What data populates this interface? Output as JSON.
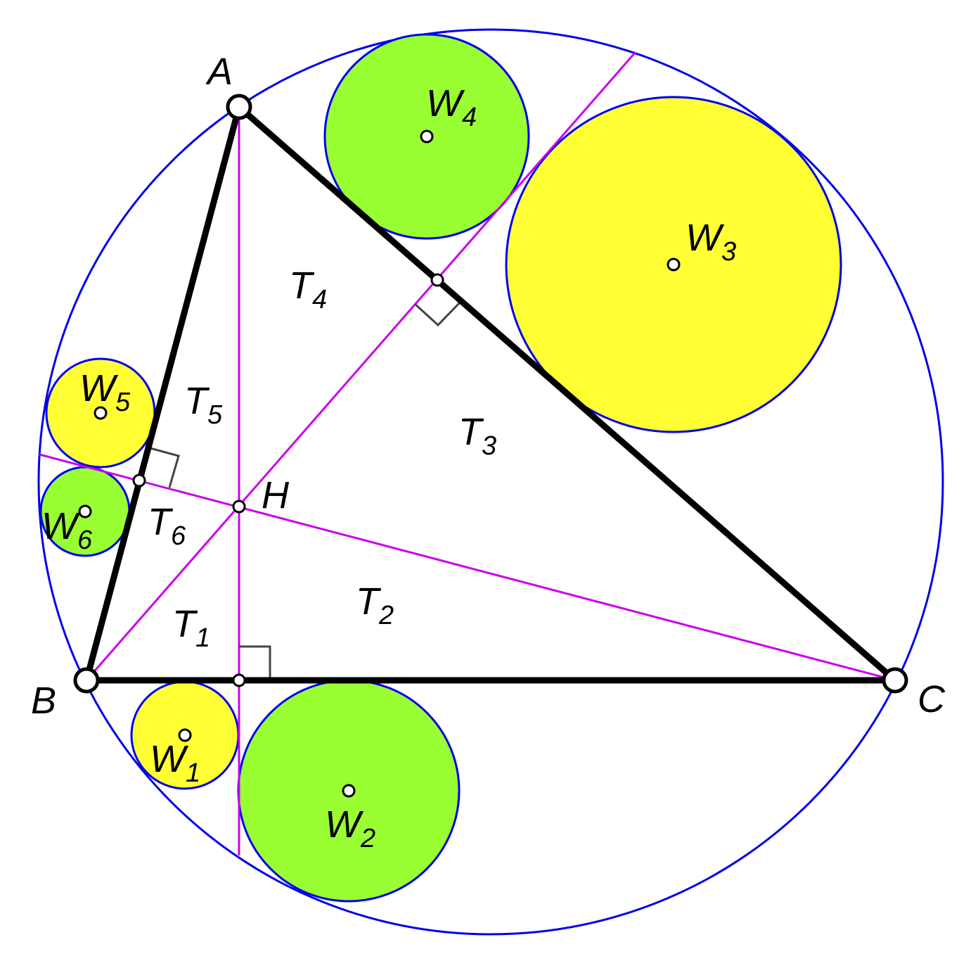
{
  "colors": {
    "circumcircle": "#0000ee",
    "triangle": "#000000",
    "altitude": "#cc00ee",
    "green_circle": "#99ff33",
    "yellow_circle": "#ffff33",
    "right_angle_mark": "#444444",
    "point_fill": "#ffffff"
  },
  "vertices": {
    "A": "A",
    "B": "B",
    "C": "C",
    "H": "H"
  },
  "regions": [
    {
      "letter": "T",
      "sub": "1"
    },
    {
      "letter": "T",
      "sub": "2"
    },
    {
      "letter": "T",
      "sub": "3"
    },
    {
      "letter": "T",
      "sub": "4"
    },
    {
      "letter": "T",
      "sub": "5"
    },
    {
      "letter": "T",
      "sub": "6"
    }
  ],
  "circles": [
    {
      "letter": "W",
      "sub": "1",
      "fill": "yellow"
    },
    {
      "letter": "W",
      "sub": "2",
      "fill": "green"
    },
    {
      "letter": "W",
      "sub": "3",
      "fill": "yellow"
    },
    {
      "letter": "W",
      "sub": "4",
      "fill": "green"
    },
    {
      "letter": "W",
      "sub": "5",
      "fill": "yellow"
    },
    {
      "letter": "W",
      "sub": "6",
      "fill": "green"
    }
  ]
}
